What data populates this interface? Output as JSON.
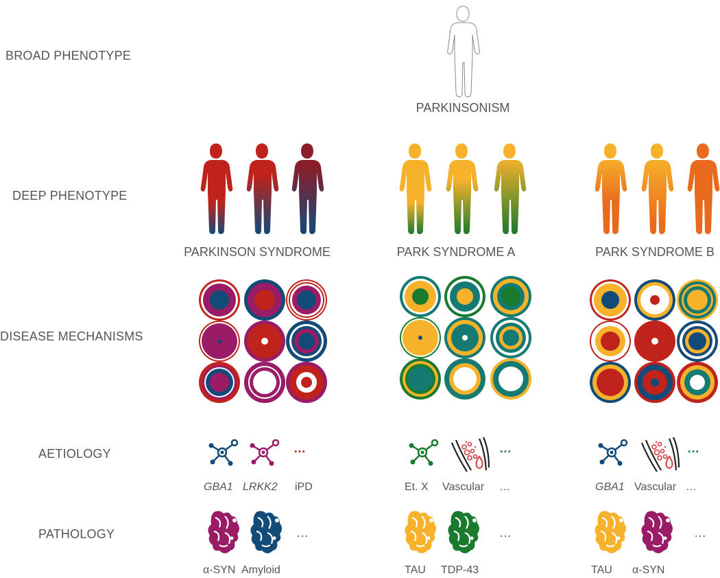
{
  "row_labels": {
    "broad": "BROAD PHENOTYPE",
    "deep": "DEEP PHENOTYPE",
    "mechanisms": "DISEASE MECHANISMS",
    "aetiology": "AETIOLOGY",
    "pathology": "PATHOLOGY"
  },
  "broad_title": "PARKINSONISM",
  "colors": {
    "red": "#c0221c",
    "purple": "#9a1c66",
    "blue": "#124a78",
    "green": "#1a7a2e",
    "yellow": "#f7b22c",
    "orange": "#e86a1c",
    "teal": "#147a72"
  },
  "groups": [
    {
      "title": "PARKINSON SYNDROME",
      "aetiology": [
        {
          "icon": "network-icon",
          "label": "GBA1",
          "italic": true
        },
        {
          "icon": "network-icon",
          "label": "LRKK2",
          "italic": true
        },
        {
          "icon": "ellipsis",
          "label": "iPD",
          "italic": false
        }
      ],
      "pathology": [
        {
          "icon": "protein-aggregate-icon",
          "label": "α-SYN"
        },
        {
          "icon": "protein-aggregate-icon",
          "label": "Amyloid"
        },
        {
          "icon": "ellipsis",
          "label": ""
        }
      ]
    },
    {
      "title": "PARK SYNDROME A",
      "aetiology": [
        {
          "icon": "network-icon",
          "label": "Et. X",
          "italic": false
        },
        {
          "icon": "vascular-icon",
          "label": "Vascular",
          "italic": false
        },
        {
          "icon": "ellipsis",
          "label": "…",
          "italic": false
        }
      ],
      "pathology": [
        {
          "icon": "protein-aggregate-icon",
          "label": "TAU"
        },
        {
          "icon": "protein-aggregate-icon",
          "label": "TDP-43"
        },
        {
          "icon": "ellipsis",
          "label": ""
        }
      ]
    },
    {
      "title": "PARK SYNDROME B",
      "aetiology": [
        {
          "icon": "network-icon",
          "label": "GBA1",
          "italic": true
        },
        {
          "icon": "vascular-icon",
          "label": "Vascular",
          "italic": false
        },
        {
          "icon": "ellipsis",
          "label": "…",
          "italic": false
        }
      ],
      "pathology": [
        {
          "icon": "protein-aggregate-icon",
          "label": "TAU"
        },
        {
          "icon": "protein-aggregate-icon",
          "label": "α-SYN"
        },
        {
          "icon": "ellipsis",
          "label": ""
        }
      ]
    }
  ],
  "ellipsis": "…"
}
